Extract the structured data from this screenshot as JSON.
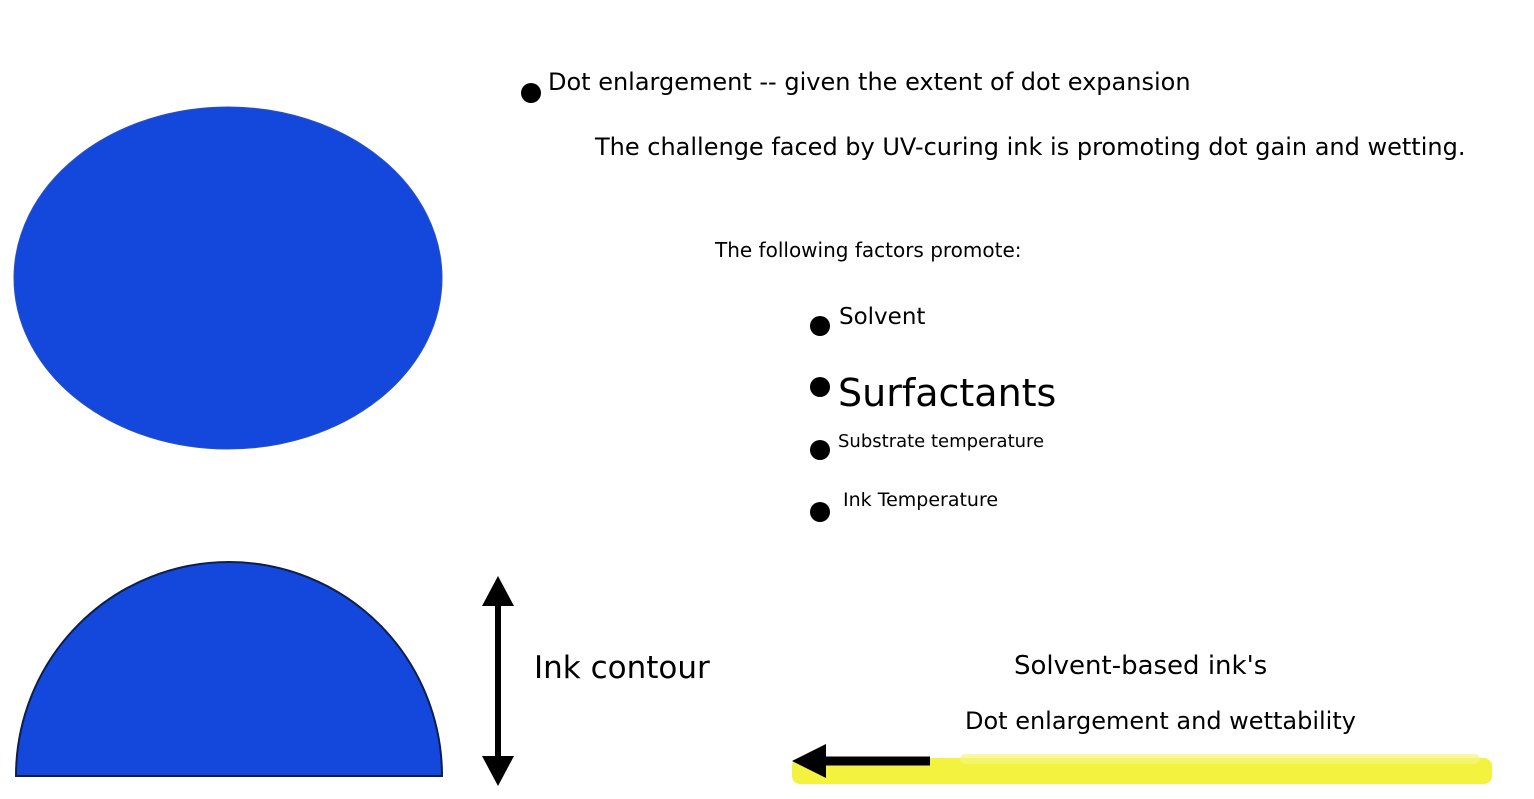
{
  "headline": "Dot enlargement -- given the extent of dot expansion",
  "challenge": "The challenge faced by UV-curing ink is promoting dot gain and wetting.",
  "factors_intro": "The following factors promote:",
  "factors": [
    "Solvent",
    "Surfactants",
    "Substrate temperature",
    "Ink Temperature"
  ],
  "contour_label": "Ink contour",
  "solvent_title": "Solvent-based ink's",
  "solvent_desc": "Dot enlargement and wettability",
  "colors": {
    "ink_fill": "#1448dc",
    "ink_outline": "#0d1f4a",
    "arrow": "#000000",
    "highlight": "#f2f22a"
  }
}
